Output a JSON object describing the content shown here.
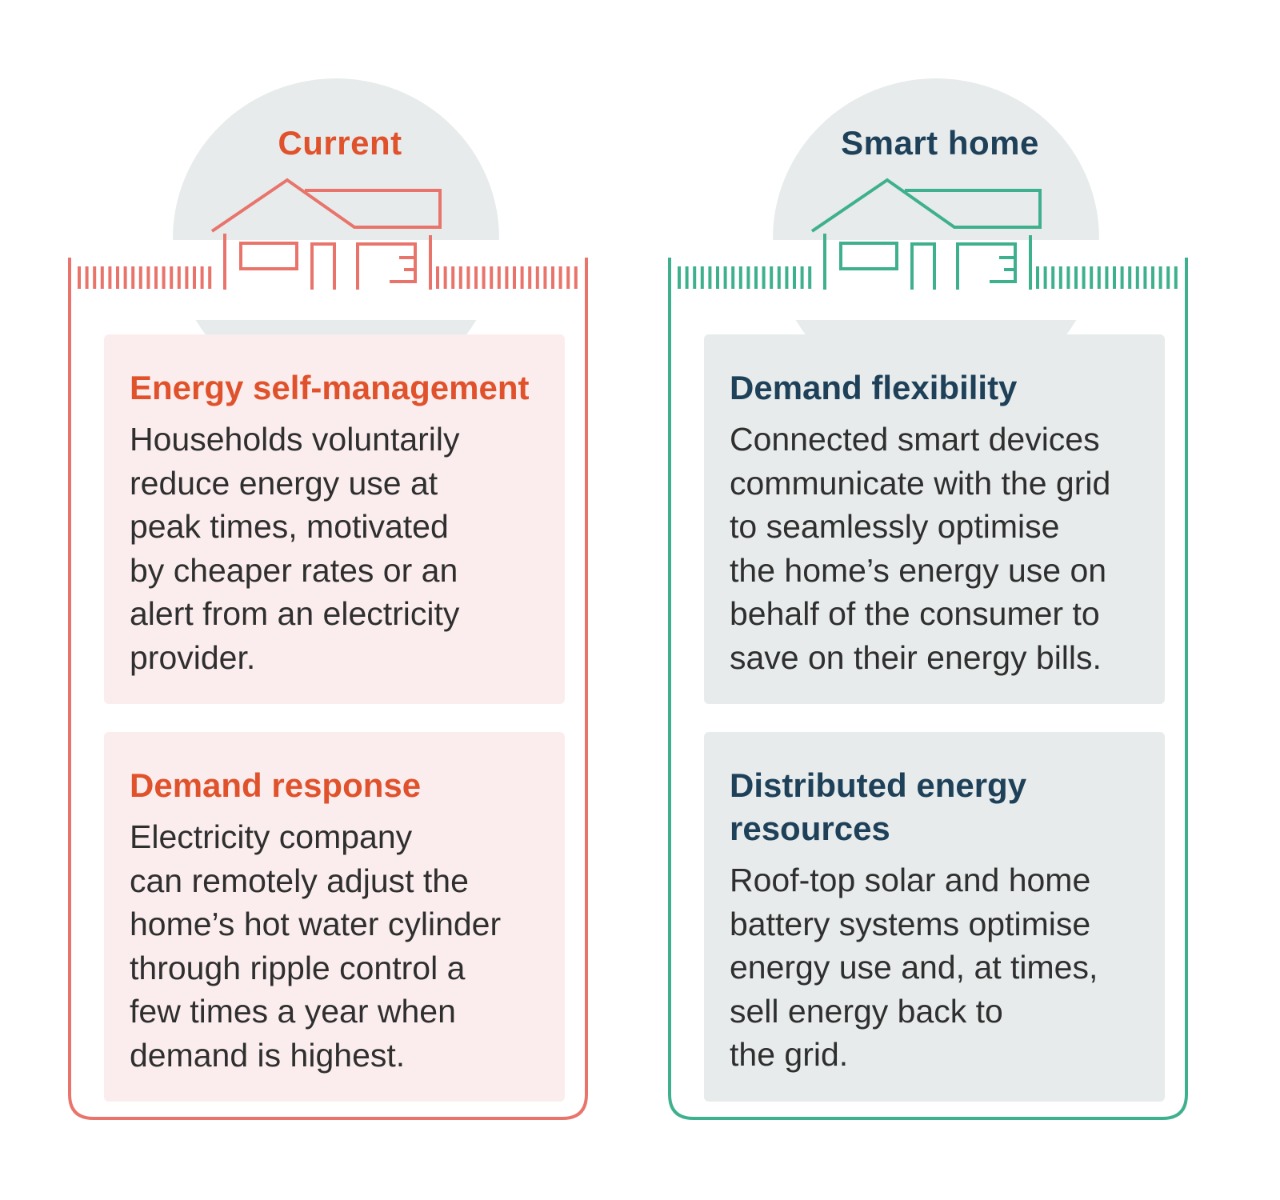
{
  "columns": [
    {
      "id": "current",
      "title": "Current",
      "accent_color": "#e8746b",
      "title_color": "#e0522c",
      "panel_color": "#fbeded",
      "icon": "house-outline-icon",
      "panels": [
        {
          "heading_lines": [
            "Energy self-management"
          ],
          "body_lines": [
            "Households voluntarily",
            "reduce energy use at",
            "peak times, motivated",
            "by cheaper rates or an",
            "alert from an electricity",
            "provider."
          ]
        },
        {
          "heading_lines": [
            "Demand response"
          ],
          "body_lines": [
            "Electricity company",
            "can remotely adjust the",
            "home’s hot water cylinder",
            "through ripple control a",
            "few times a year when",
            "demand is highest."
          ]
        }
      ]
    },
    {
      "id": "smart",
      "title": "Smart home",
      "accent_color": "#3fb08e",
      "title_color": "#1e4159",
      "panel_color": "#e7ebeb",
      "icon": "house-outline-icon",
      "panels": [
        {
          "heading_lines": [
            "Demand flexibility"
          ],
          "body_lines": [
            "Connected smart devices",
            "communicate with the grid",
            "to seamlessly optimise",
            "the home’s energy use on",
            "behalf of the consumer to",
            "save on their energy bills."
          ]
        },
        {
          "heading_lines": [
            "Distributed energy",
            "resources"
          ],
          "body_lines": [
            "Roof-top solar and home",
            "battery systems optimise",
            "energy use and, at times,",
            "sell energy back to",
            "the grid."
          ]
        }
      ]
    }
  ]
}
